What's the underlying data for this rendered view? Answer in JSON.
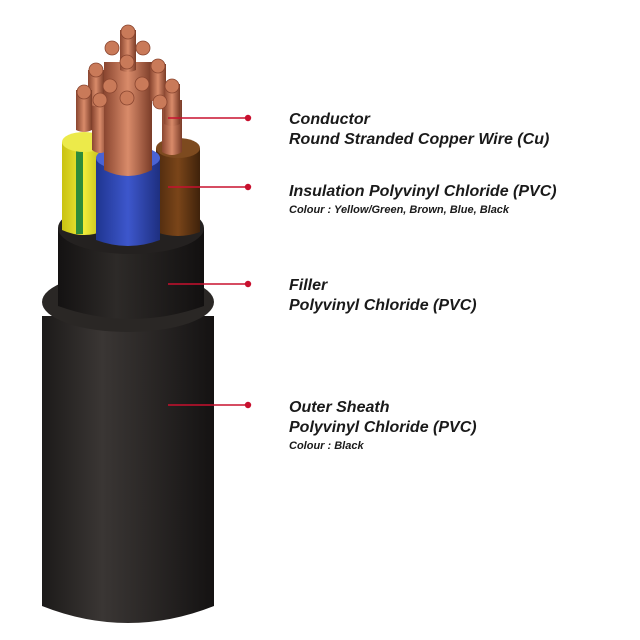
{
  "colors": {
    "background": "#ffffff",
    "pointer": "#c8102e",
    "sheath": "#2b2826",
    "filler": "#1f1c1b",
    "copper": "#b9694a",
    "yellow": "#e6e21a",
    "green": "#2e8b3a",
    "blue": "#2f47b5",
    "brown": "#6b3a14"
  },
  "layers": [
    {
      "id": "conductor",
      "title": "Conductor",
      "material": "Round Stranded Copper Wire (Cu)",
      "note": ""
    },
    {
      "id": "insulation",
      "title": "Insulation Polyvinyl Chloride (PVC)",
      "material": "",
      "note": "Colour : Yellow/Green, Brown, Blue, Black"
    },
    {
      "id": "filler",
      "title": "Filler",
      "material": "Polyvinyl Chloride (PVC)",
      "note": ""
    },
    {
      "id": "sheath",
      "title": "Outer Sheath",
      "material": "Polyvinyl Chloride (PVC)",
      "note": "Colour : Black"
    }
  ]
}
